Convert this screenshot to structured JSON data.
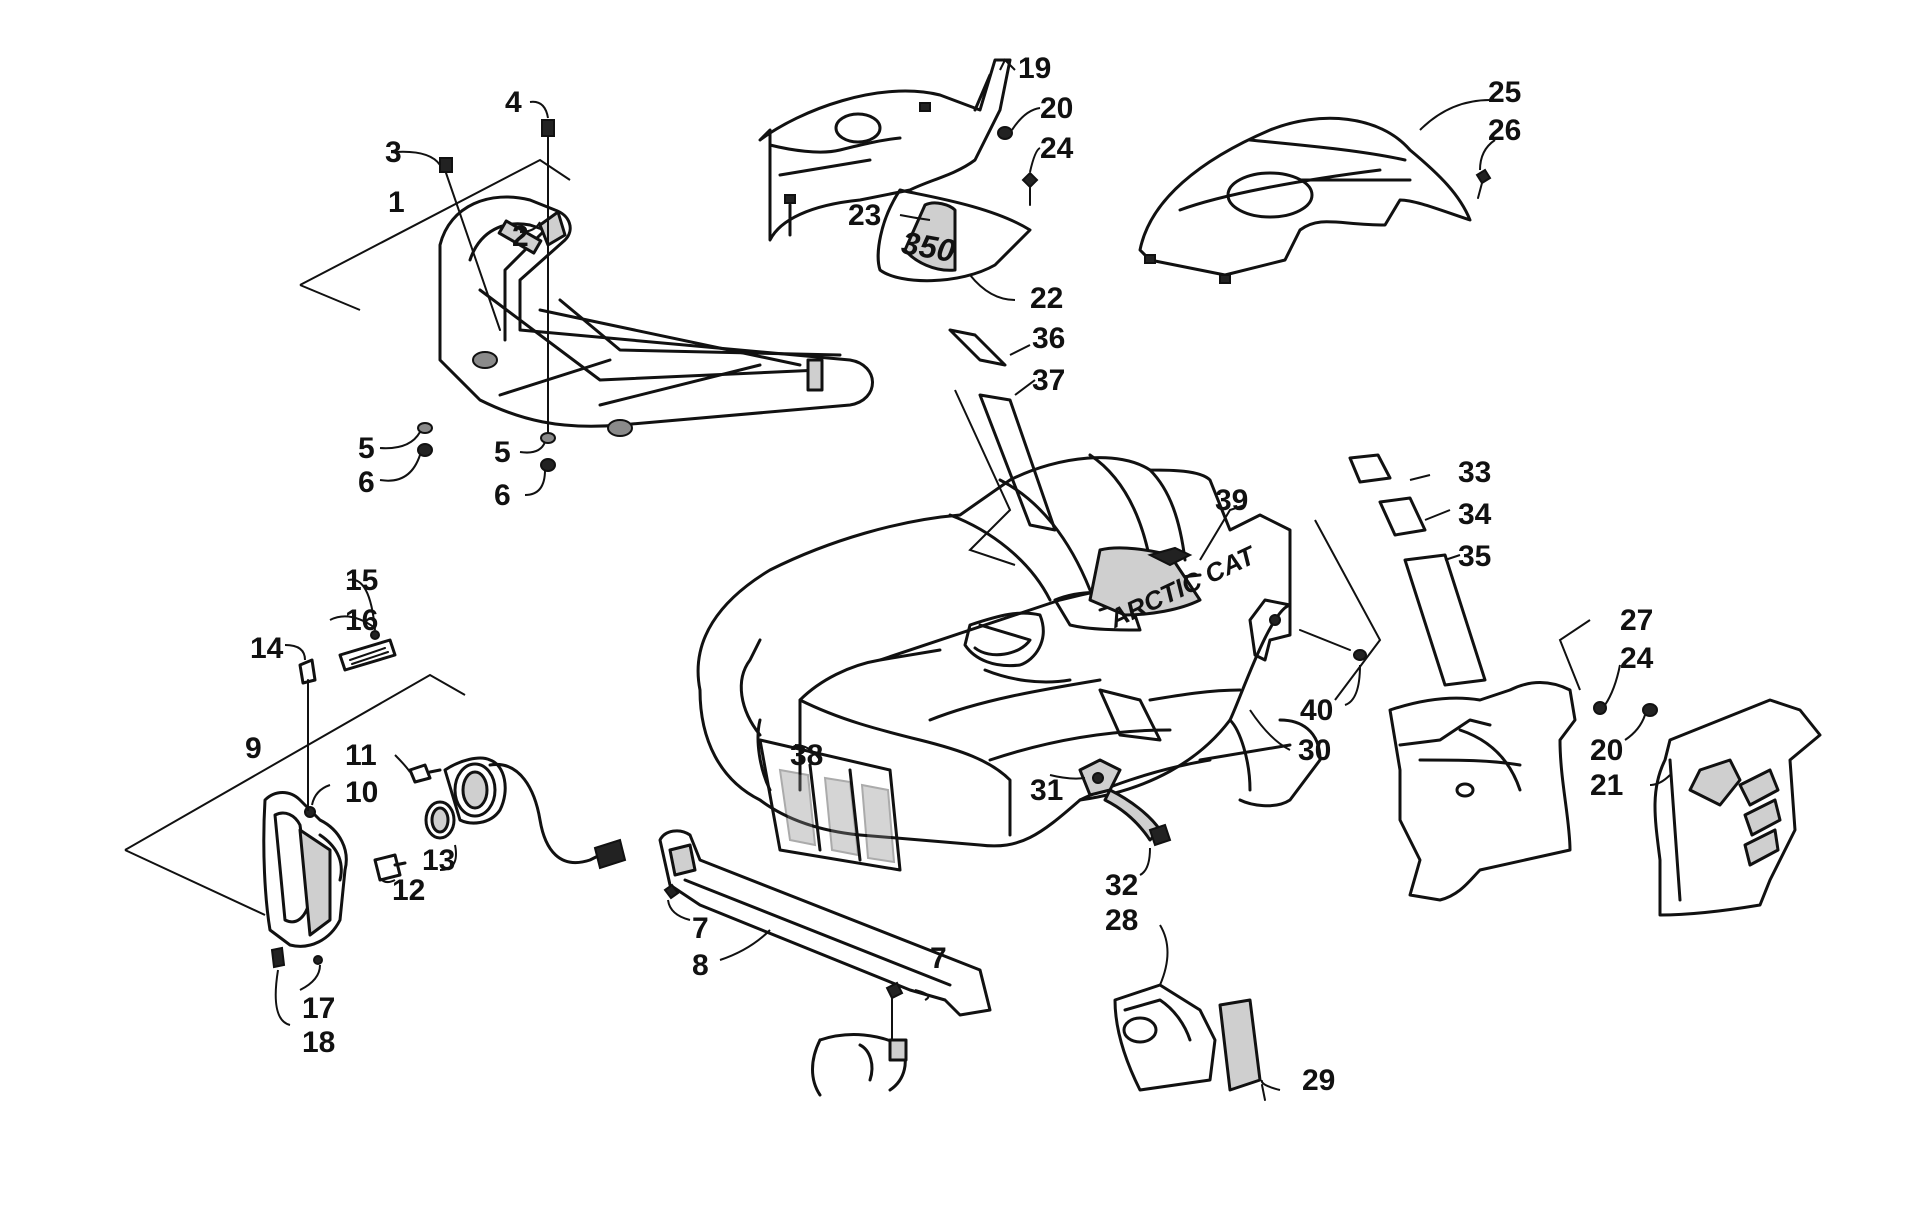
{
  "diagram": {
    "callouts": [
      {
        "label": "1"
      },
      {
        "label": "2"
      },
      {
        "label": "3"
      },
      {
        "label": "4"
      },
      {
        "label": "5"
      },
      {
        "label": "6"
      },
      {
        "label": "5"
      },
      {
        "label": "6"
      },
      {
        "label": "19"
      },
      {
        "label": "20"
      },
      {
        "label": "24"
      },
      {
        "label": "23"
      },
      {
        "label": "22"
      },
      {
        "label": "25"
      },
      {
        "label": "26"
      },
      {
        "label": "36"
      },
      {
        "label": "37"
      },
      {
        "label": "39"
      },
      {
        "label": "33"
      },
      {
        "label": "34"
      },
      {
        "label": "35"
      },
      {
        "label": "15"
      },
      {
        "label": "16"
      },
      {
        "label": "14"
      },
      {
        "label": "9"
      },
      {
        "label": "11"
      },
      {
        "label": "10"
      },
      {
        "label": "13"
      },
      {
        "label": "12"
      },
      {
        "label": "17"
      },
      {
        "label": "18"
      },
      {
        "label": "38"
      },
      {
        "label": "7"
      },
      {
        "label": "8"
      },
      {
        "label": "7"
      },
      {
        "label": "31"
      },
      {
        "label": "30"
      },
      {
        "label": "40"
      },
      {
        "label": "32"
      },
      {
        "label": "28"
      },
      {
        "label": "29"
      },
      {
        "label": "27"
      },
      {
        "label": "24"
      },
      {
        "label": "20"
      },
      {
        "label": "21"
      }
    ],
    "decals": {
      "fender_number": "350",
      "brand_logo": "ARCTIC CAT"
    }
  }
}
